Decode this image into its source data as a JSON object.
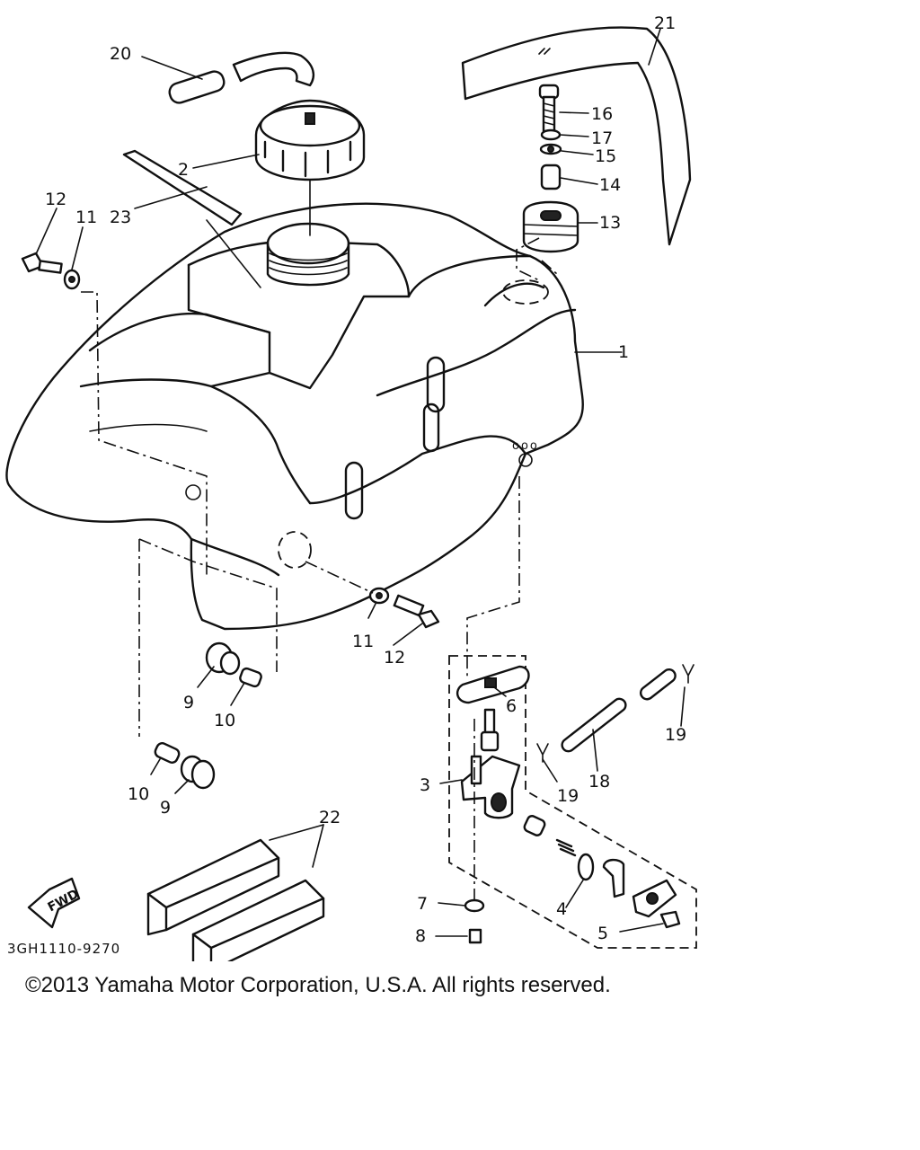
{
  "diagram_code": "3GH1110-9270",
  "copyright": "©2013 Yamaha Motor Corporation, U.S.A. All rights reserved.",
  "fwd_label": "FWD",
  "callouts": {
    "c1": "1",
    "c2": "2",
    "c3": "3",
    "c4": "4",
    "c5": "5",
    "c6": "6",
    "c7": "7",
    "c8": "8",
    "c9a": "9",
    "c9b": "9",
    "c10a": "10",
    "c10b": "10",
    "c11a": "11",
    "c11b": "11",
    "c12a": "12",
    "c12b": "12",
    "c13": "13",
    "c14": "14",
    "c15": "15",
    "c16": "16",
    "c17": "17",
    "c18": "18",
    "c19a": "19",
    "c19b": "19",
    "c20": "20",
    "c21": "21",
    "c22": "22",
    "c23": "23"
  }
}
